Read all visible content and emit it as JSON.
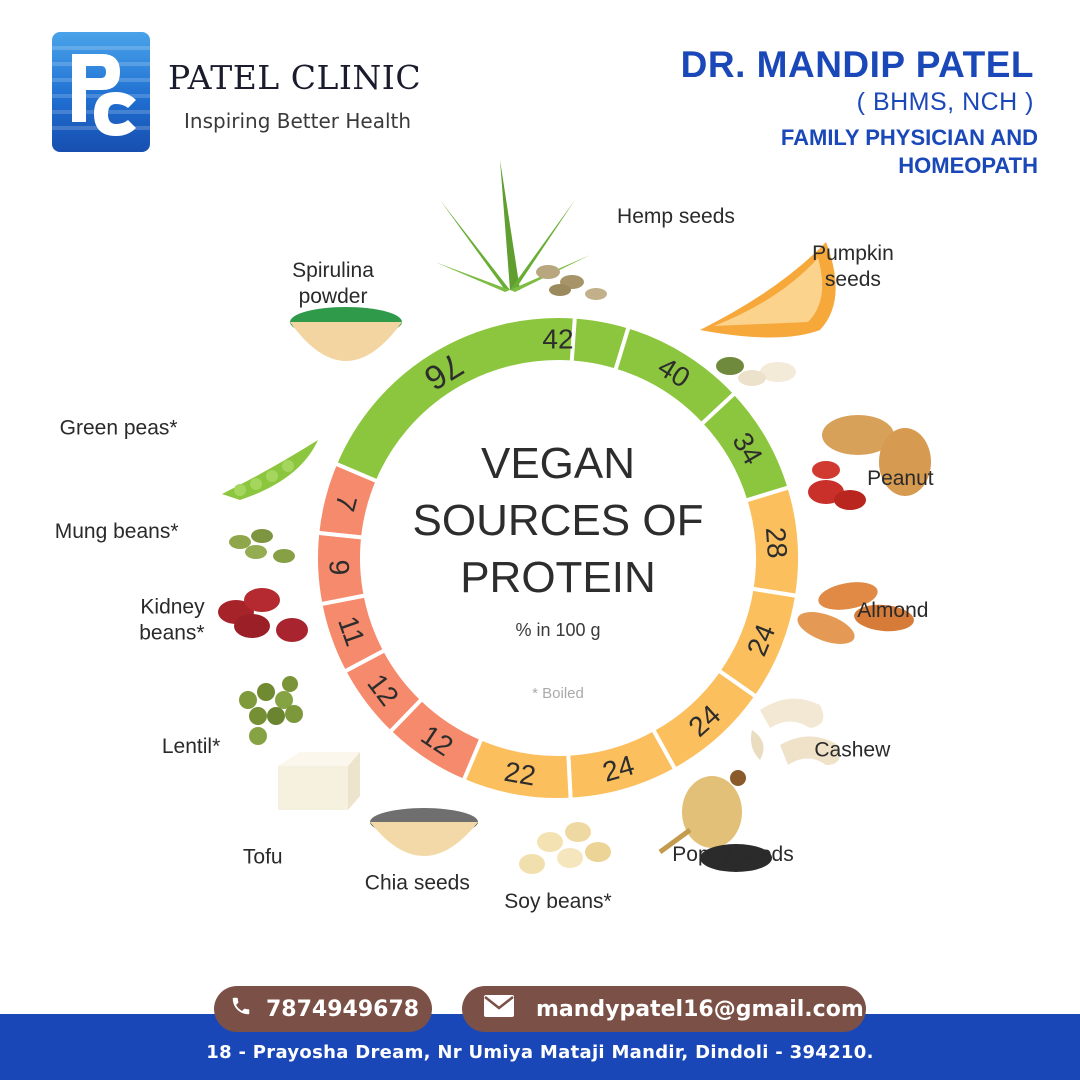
{
  "header": {
    "clinic_name": "PATEL CLINIC",
    "tagline": "Inspiring Better Health",
    "doctor_name": "DR. MANDIP PATEL",
    "qualification": "( BHMS, NCH )",
    "specialty": "FAMILY PHYSICIAN AND HOMEOPATH"
  },
  "chart_data": {
    "type": "pie",
    "title": "VEGAN SOURCES OF PROTEIN",
    "subtitle": "% in 100 g",
    "note": "* Boiled",
    "colors": {
      "high": "#8cc63f",
      "mid": "#fbbf5e",
      "low": "#f58a6c"
    },
    "slices": [
      {
        "label": "Hemp seeds",
        "value": 42,
        "level": "high"
      },
      {
        "label": "Pumpkin seeds",
        "value": 40,
        "level": "high"
      },
      {
        "label": "Peanut",
        "value": 34,
        "level": "high"
      },
      {
        "label": "Almond",
        "value": 28,
        "level": "mid"
      },
      {
        "label": "Cashew",
        "value": 24,
        "level": "mid"
      },
      {
        "label": "Poppy seeds",
        "value": 24,
        "level": "mid"
      },
      {
        "label": "Soy beans*",
        "value": 24,
        "level": "mid"
      },
      {
        "label": "Chia seeds",
        "value": 22,
        "level": "mid"
      },
      {
        "label": "Tofu",
        "value": 12,
        "level": "low"
      },
      {
        "label": "Lentil*",
        "value": 12,
        "level": "low"
      },
      {
        "label": "Kidney beans*",
        "value": 11,
        "level": "low"
      },
      {
        "label": "Mung beans*",
        "value": 9,
        "level": "low"
      },
      {
        "label": "Green peas*",
        "value": 7,
        "level": "low"
      },
      {
        "label": "Spirulina powder",
        "value": 76,
        "level": "high"
      }
    ]
  },
  "footer": {
    "phone": "7874949678",
    "email": "mandypatel16@gmail.com",
    "address": "18 - Prayosha Dream, Nr Umiya Mataji Mandir, Dindoli - 394210."
  },
  "icons": [
    "phone-icon",
    "mail-icon"
  ]
}
